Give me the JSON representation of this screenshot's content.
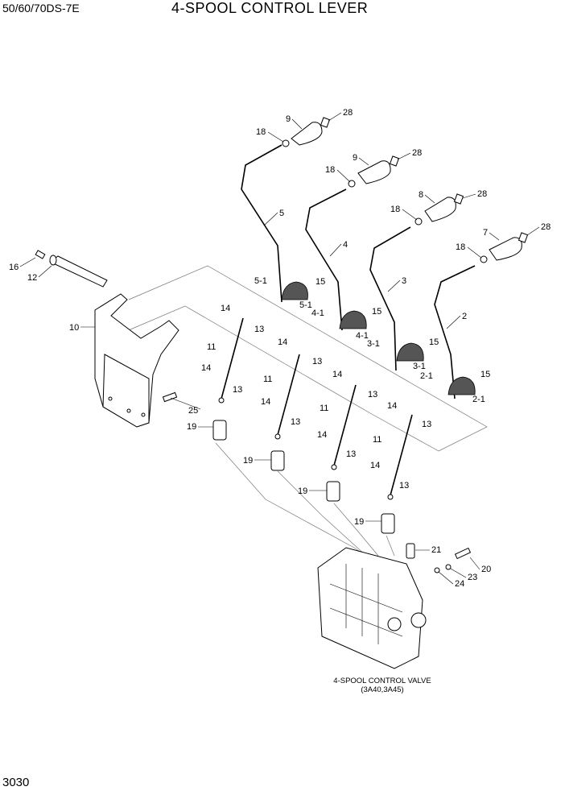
{
  "header": {
    "model": "50/60/70DS-7E",
    "title": "4-SPOOL CONTROL LEVER"
  },
  "footer": {
    "page_number": "3030"
  },
  "valve_caption": {
    "line1": "4-SPOOL CONTROL VALVE",
    "line2": "(3A40,3A45)"
  },
  "callouts": [
    "28",
    "9",
    "18",
    "28",
    "9",
    "18",
    "28",
    "8",
    "18",
    "28",
    "7",
    "18",
    "5",
    "4",
    "3",
    "2",
    "16",
    "12",
    "10",
    "5-1",
    "15",
    "14",
    "5-1",
    "13",
    "4-1",
    "15",
    "14",
    "4-1",
    "13",
    "3-1",
    "15",
    "14",
    "3-1",
    "13",
    "2-1",
    "15",
    "14",
    "2-1",
    "13",
    "11",
    "14",
    "13",
    "25",
    "19",
    "11",
    "14",
    "13",
    "19",
    "11",
    "14",
    "13",
    "19",
    "11",
    "14",
    "13",
    "19",
    "21",
    "20",
    "23",
    "24"
  ]
}
